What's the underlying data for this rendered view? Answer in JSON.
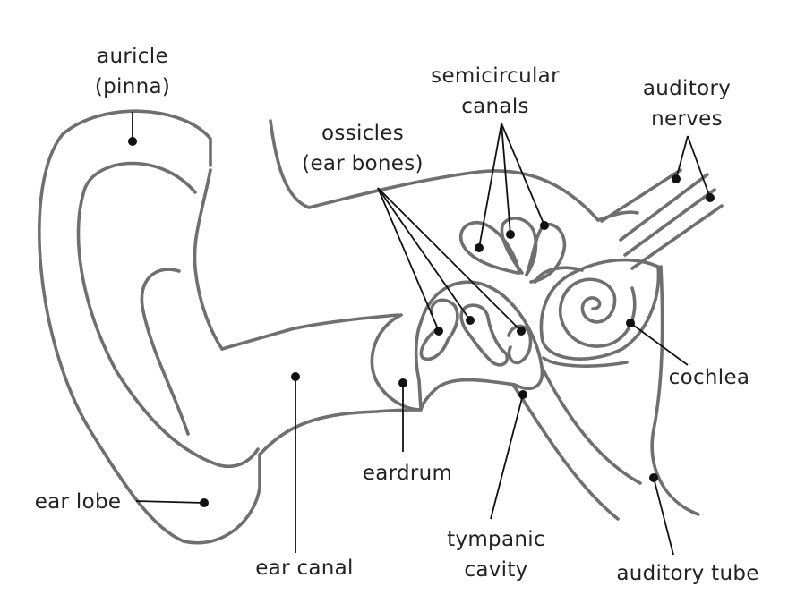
{
  "diagram": {
    "outline_color": "#6f6f6f",
    "marker_color": "#111111",
    "labels": {
      "auricle": [
        "auricle",
        "(pinna)"
      ],
      "ossicles": [
        "ossicles",
        "(ear bones)"
      ],
      "semicircular_canals": [
        "semicircular",
        "canals"
      ],
      "auditory_nerves": [
        "auditory",
        "nerves"
      ],
      "cochlea": [
        "cochlea"
      ],
      "ear_lobe": [
        "ear lobe"
      ],
      "ear_canal": [
        "ear canal"
      ],
      "eardrum": [
        "eardrum"
      ],
      "tympanic_cavity": [
        "tympanic",
        "cavity"
      ],
      "auditory_tube": [
        "auditory tube"
      ]
    }
  }
}
